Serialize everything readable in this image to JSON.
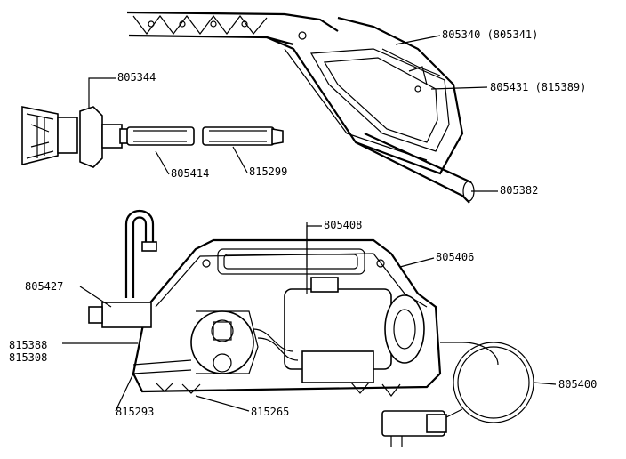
{
  "parts": {
    "lance_handle": "805340 (805341)",
    "trigger": "805431 (815389)",
    "lance_tube": "805382",
    "nozzle": "805344",
    "nozzle_tube": "805414",
    "extension_tube": "815299",
    "hose": "805408",
    "housing": "805406",
    "inlet_fitting": "805427",
    "pump_a": "815388",
    "pump_b": "815308",
    "drain_tube": "815293",
    "clamp": "815265",
    "power_cord": "805400"
  }
}
